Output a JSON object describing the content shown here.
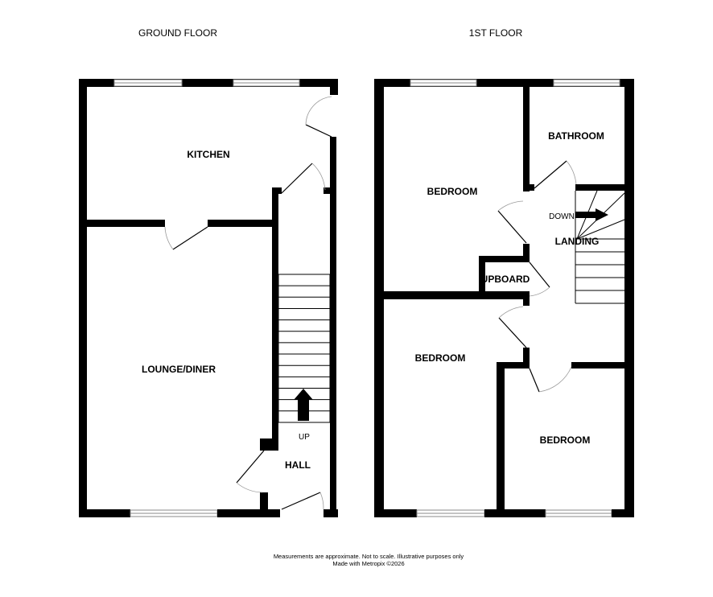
{
  "floors": [
    {
      "title": "GROUND FLOOR",
      "rooms": [
        "KITCHEN",
        "LOUNGE/DINER",
        "HALL"
      ],
      "stair_label": "UP"
    },
    {
      "title": "1ST FLOOR",
      "rooms": [
        "BEDROOM",
        "BATHROOM",
        "LANDING",
        "UPBOARD",
        "BEDROOM",
        "BEDROOM"
      ],
      "stair_label": "DOWN"
    }
  ],
  "footer": {
    "line1": "Measurements are approximate.  Not to scale.  Illustrative purposes only",
    "line2": "Made with Metropix ©2026"
  }
}
